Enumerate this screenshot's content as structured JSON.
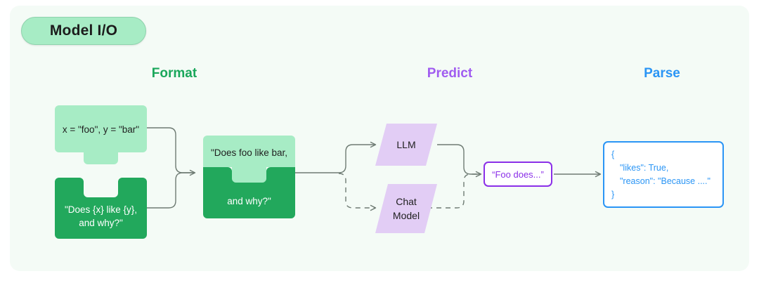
{
  "panel": {
    "section_label": "Model I/O",
    "background": "#f4fbf6",
    "pill_color": "#a7ecc5"
  },
  "headers": {
    "format": "Format",
    "format_color": "#1aa75b",
    "predict": "Predict",
    "predict_color": "#a05cf0",
    "parse": "Parse",
    "parse_color": "#2a95f5"
  },
  "format": {
    "input_piece": {
      "text": "x = \"foo\", y = \"bar\"",
      "color": "#a7ecc5"
    },
    "template_piece": {
      "line1": "\"Does {x} like {y},",
      "line2": "and why?\"",
      "color": "#22a85c"
    },
    "combined_piece": {
      "top_text": "\"Does foo like bar,",
      "bottom_text": "and why?\"",
      "top_color": "#a7ecc5",
      "bottom_color": "#22a85c"
    }
  },
  "predict": {
    "llm": {
      "label": "LLM",
      "color": "#e2cdf5"
    },
    "chat_model": {
      "line1": "Chat",
      "line2": "Model",
      "color": "#e2cdf5"
    },
    "output": {
      "text": "“Foo does...”",
      "border_color": "#8b2fe8"
    }
  },
  "parse": {
    "json_box": {
      "lines": [
        "{",
        "\"likes\": True,",
        "\"reason\": \"Because ....\"",
        "}"
      ],
      "border_color": "#2a95f5"
    }
  },
  "connectors": {
    "arrow_color": "#6e7b73",
    "dashed_style": "dashed"
  }
}
